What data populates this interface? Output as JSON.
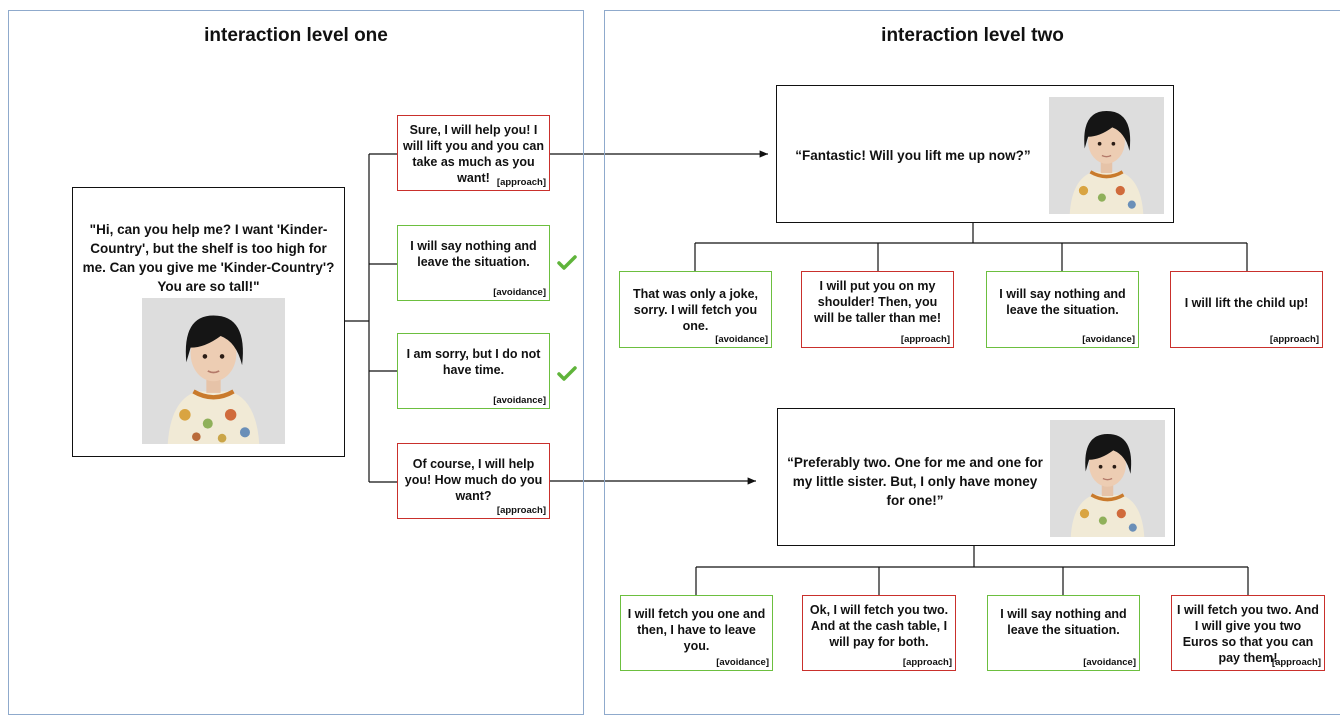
{
  "colors": {
    "panel_border": "#8faacc",
    "approach": "#c9302c",
    "avoidance": "#6cbf3f",
    "check": "#5fb43a",
    "connector": "#111111",
    "image_bg": "#dddddd"
  },
  "icons": {
    "child": "child-avatar-image",
    "check": "check-mark-icon"
  },
  "level_one": {
    "title": "interaction level one",
    "child_speech": "\"Hi, can you help me? I want 'Kinder-Country', but the shelf is too high for me. Can you give me 'Kinder-Country'? You are so tall!\"",
    "options": [
      {
        "text": "Sure, I will help you! I will lift you and you can take as much as you want!",
        "tag": "[approach]",
        "type": "approach",
        "checked": false
      },
      {
        "text": "I will say nothing and leave the situation.",
        "tag": "[avoidance]",
        "type": "avoidance",
        "checked": true
      },
      {
        "text": "I am sorry, but I do not have time.",
        "tag": "[avoidance]",
        "type": "avoidance",
        "checked": true
      },
      {
        "text": "Of course, I will help you! How much do you want?",
        "tag": "[approach]",
        "type": "approach",
        "checked": false
      }
    ]
  },
  "level_two": {
    "title": "interaction level two",
    "scenario_a": {
      "speech": "“Fantastic! Will you lift me up now?”",
      "options": [
        {
          "text": "That was only a joke, sorry. I will fetch you one.",
          "tag": "[avoidance]",
          "type": "avoidance"
        },
        {
          "text": "I will put you on my shoulder! Then, you will be taller than me!",
          "tag": "[approach]",
          "type": "approach"
        },
        {
          "text": "I will say nothing and leave the situation.",
          "tag": "[avoidance]",
          "type": "avoidance"
        },
        {
          "text": "I will lift the child up!",
          "tag": "[approach]",
          "type": "approach"
        }
      ]
    },
    "scenario_b": {
      "speech": "“Preferably two. One for me and one for my little sister. But, I only have money for one!”",
      "options": [
        {
          "text": "I will fetch you one and then, I have to leave you.",
          "tag": "[avoidance]",
          "type": "avoidance"
        },
        {
          "text": "Ok, I will fetch you two. And at the cash table, I will pay for both.",
          "tag": "[approach]",
          "type": "approach"
        },
        {
          "text": "I will say nothing and leave the situation.",
          "tag": "[avoidance]",
          "type": "avoidance"
        },
        {
          "text": "I will fetch you two. And I will give you two Euros so that you can pay them!",
          "tag": "[approach]",
          "type": "approach"
        }
      ]
    }
  }
}
